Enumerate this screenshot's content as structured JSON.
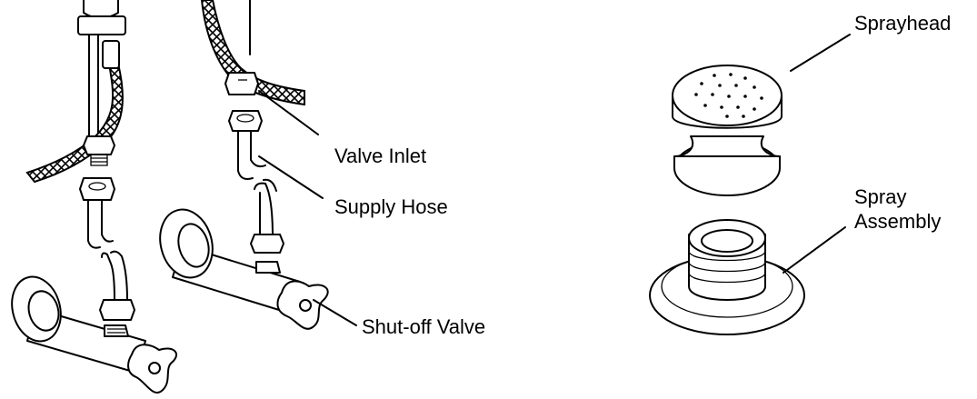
{
  "labels": {
    "valve_inlet": "Valve Inlet",
    "supply_hose": "Supply Hose",
    "shutoff_valve": "Shut-off Valve",
    "sprayhead": "Sprayhead",
    "spray_assembly_line1": "Spray",
    "spray_assembly_line2": "Assembly"
  }
}
